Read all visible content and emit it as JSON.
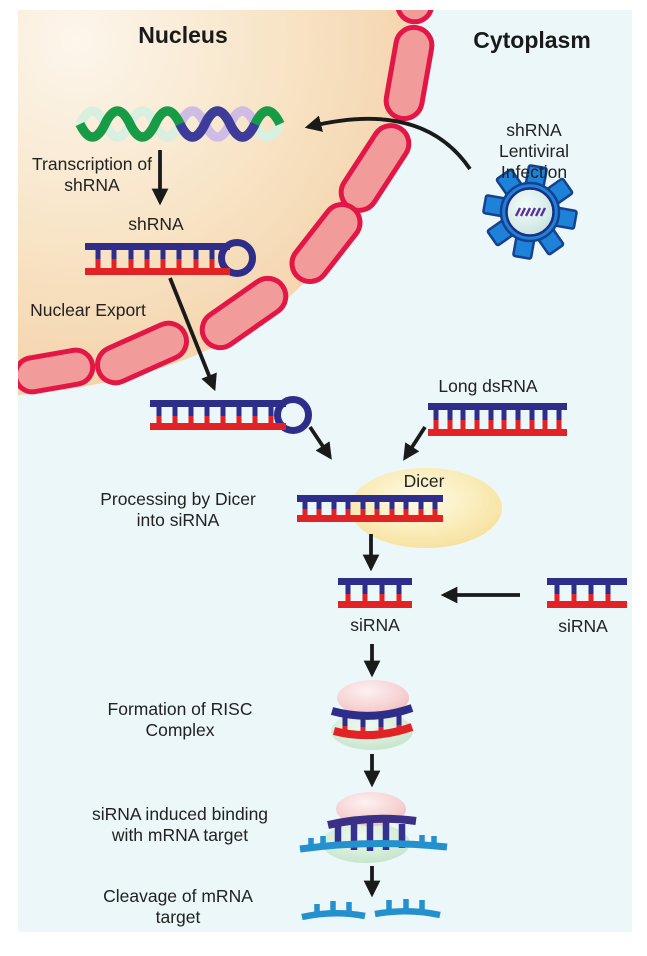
{
  "labels": {
    "nucleus": "Nucleus",
    "cytoplasm": "Cytoplasm",
    "transcription": "Transcription of\nshRNA",
    "shrna": "shRNA",
    "nuclear_export": "Nuclear Export",
    "lentiviral": "shRNA Lentiviral\nInfection",
    "long_dsrna": "Long dsRNA",
    "dicer": "Dicer",
    "processing": "Processing by Dicer\ninto siRNA",
    "sirna_left": "siRNA",
    "sirna_right": "siRNA",
    "formation": "Formation of RISC\nComplex",
    "binding": "siRNA induced binding\nwith mRNA target",
    "cleavage": "Cleavage of mRNA\ntarget"
  },
  "elements": [
    "dna-helix-icon",
    "nuclear-membrane",
    "shrna-hairpin-icon",
    "lentivirus-icon",
    "long-dsrna-icon",
    "dicer-enzyme-icon",
    "sirna-duplex-icon",
    "risc-complex-icon",
    "mrna-strand-icon",
    "cleaved-mrna-icon"
  ],
  "colors": {
    "background": "#EBF7F8",
    "nucleus_peach": "#F3CEA2",
    "membrane_fill": "#F29B9B",
    "membrane_stroke": "#E31746",
    "rna_navy": "#2E2D8A",
    "rna_red": "#E32225",
    "mrna_blue": "#2490CE",
    "virus_blue": "#1E82D8",
    "dicer_yellow": "#F5DD94",
    "risc_pink": "#F6CFD0",
    "risc_green": "#CEE9D3",
    "helix_green": "#179B47",
    "helix_purple": "#3F3B9B"
  }
}
